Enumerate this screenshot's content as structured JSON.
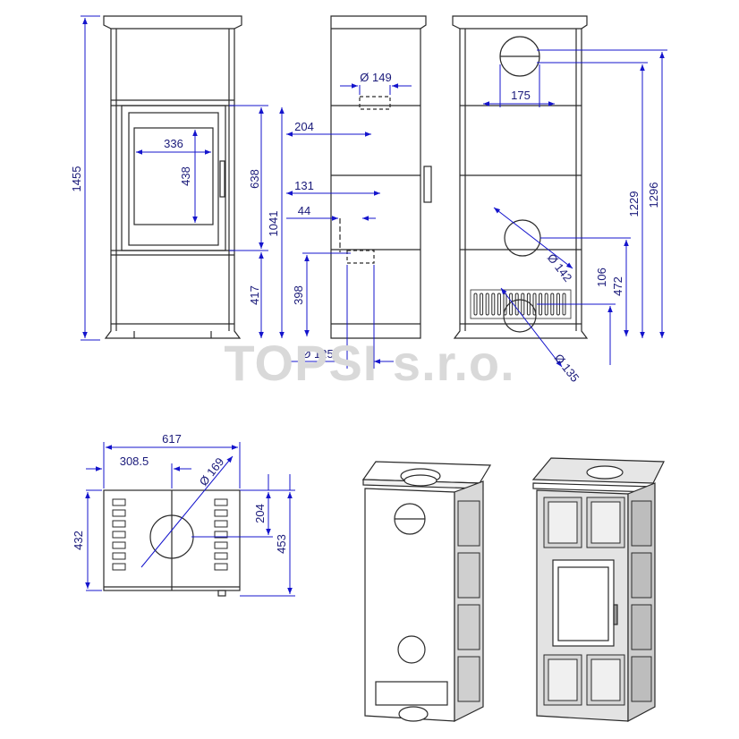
{
  "watermark": "TOPSI s.r.o.",
  "colors": {
    "dimension": "#1414cc",
    "dimension_text": "#1a1a7a",
    "outline": "#2a2a2a",
    "watermark": "#d9d9d9"
  },
  "front_view": {
    "height_total": "1455",
    "door_glass_width": "336",
    "door_glass_height": "438",
    "door_top": "638",
    "door_mid": "1041",
    "door_bottom": "417"
  },
  "side_view": {
    "top_outlet_dia": "Ø 149",
    "outlet_offset": "204",
    "air_inlet_offset": "131",
    "air_inlet_width": "44",
    "air_inlet_height": "398",
    "bottom_dia": "Ø 125"
  },
  "rear_view": {
    "top_outlet_width": "175",
    "mid_outlet_dia": "Ø 142",
    "height_mid_outlet": "1229",
    "height_top_outlet": "1296",
    "height_lower": "106",
    "height_472": "472",
    "bottom_dia": "Ø 135"
  },
  "top_view": {
    "total_width": "617",
    "half_width": "308.5",
    "outlet_dia": "Ø 169",
    "outlet_offset": "204",
    "depth_432": "432",
    "depth_453": "453"
  }
}
